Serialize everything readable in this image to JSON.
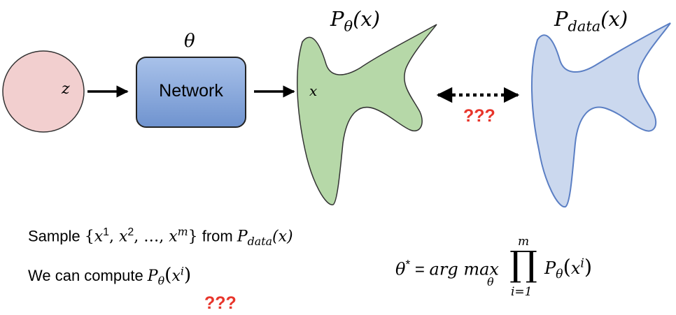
{
  "latent": {
    "label": "z"
  },
  "network": {
    "label": "Network",
    "param_label": "θ"
  },
  "model_dist": {
    "P": "P",
    "sub": "θ",
    "arg": "(x)",
    "point_label": "x"
  },
  "data_dist": {
    "P": "P",
    "sub": "data",
    "arg": "(x)"
  },
  "compare": {
    "question": "???"
  },
  "sample_line": {
    "prefix": "Sample ",
    "set_open": "{",
    "x1": "x",
    "e1": "1",
    "x2": "x",
    "e2": "2",
    "dots": "…",
    "xm": "x",
    "em": "m",
    "set_close": "}",
    "mid": " from ",
    "P": "P",
    "sub": "data",
    "arg": "(x)"
  },
  "compute_line": {
    "prefix": "We can compute ",
    "P": "P",
    "sub": "θ",
    "open": "(",
    "x": "x",
    "sup": "i",
    "close": ")",
    "question": "???"
  },
  "formula": {
    "theta": "θ",
    "star": "*",
    "eq": " = ",
    "argmax": "arg max",
    "under": "θ",
    "prod": "∏",
    "prod_top": "m",
    "prod_bottom": "i=1",
    "P": "P",
    "sub": "θ",
    "open": "(",
    "x": "x",
    "sup": "i",
    "close": ")"
  },
  "colors": {
    "latent_fill": "#f2cfcf",
    "network_fill": "#7d9fd6",
    "model_fill": "#b6d8a8",
    "data_fill": "#cbd8ee",
    "data_stroke": "#5b7fc4",
    "question_red": "#e8352b"
  }
}
